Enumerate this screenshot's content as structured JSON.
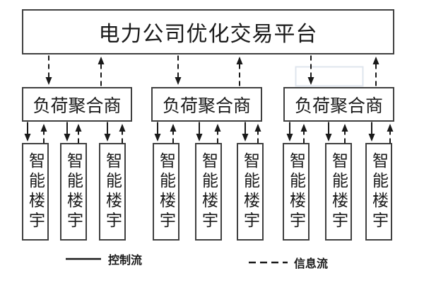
{
  "diagram": {
    "platform": {
      "label": "电力公司优化交易平台"
    },
    "aggregators": [
      {
        "label": "负荷聚合商"
      },
      {
        "label": "负荷聚合商"
      },
      {
        "label": "负荷聚合商"
      }
    ],
    "buildings": [
      {
        "label": "智能楼宇"
      },
      {
        "label": "智能楼宇"
      },
      {
        "label": "智能楼宇"
      },
      {
        "label": "智能楼宇"
      },
      {
        "label": "智能楼宇"
      },
      {
        "label": "智能楼宇"
      },
      {
        "label": "智能楼宇"
      },
      {
        "label": "智能楼宇"
      },
      {
        "label": "智能楼宇"
      }
    ],
    "legend": {
      "control": {
        "label": "控制流",
        "line_style": "solid"
      },
      "info": {
        "label": "信息流",
        "line_style": "dashed"
      }
    },
    "colors": {
      "line": "#1a1a1a",
      "box_border": "#404040",
      "background": "#ffffff",
      "artifact_rect": "#dfe5ee"
    }
  }
}
